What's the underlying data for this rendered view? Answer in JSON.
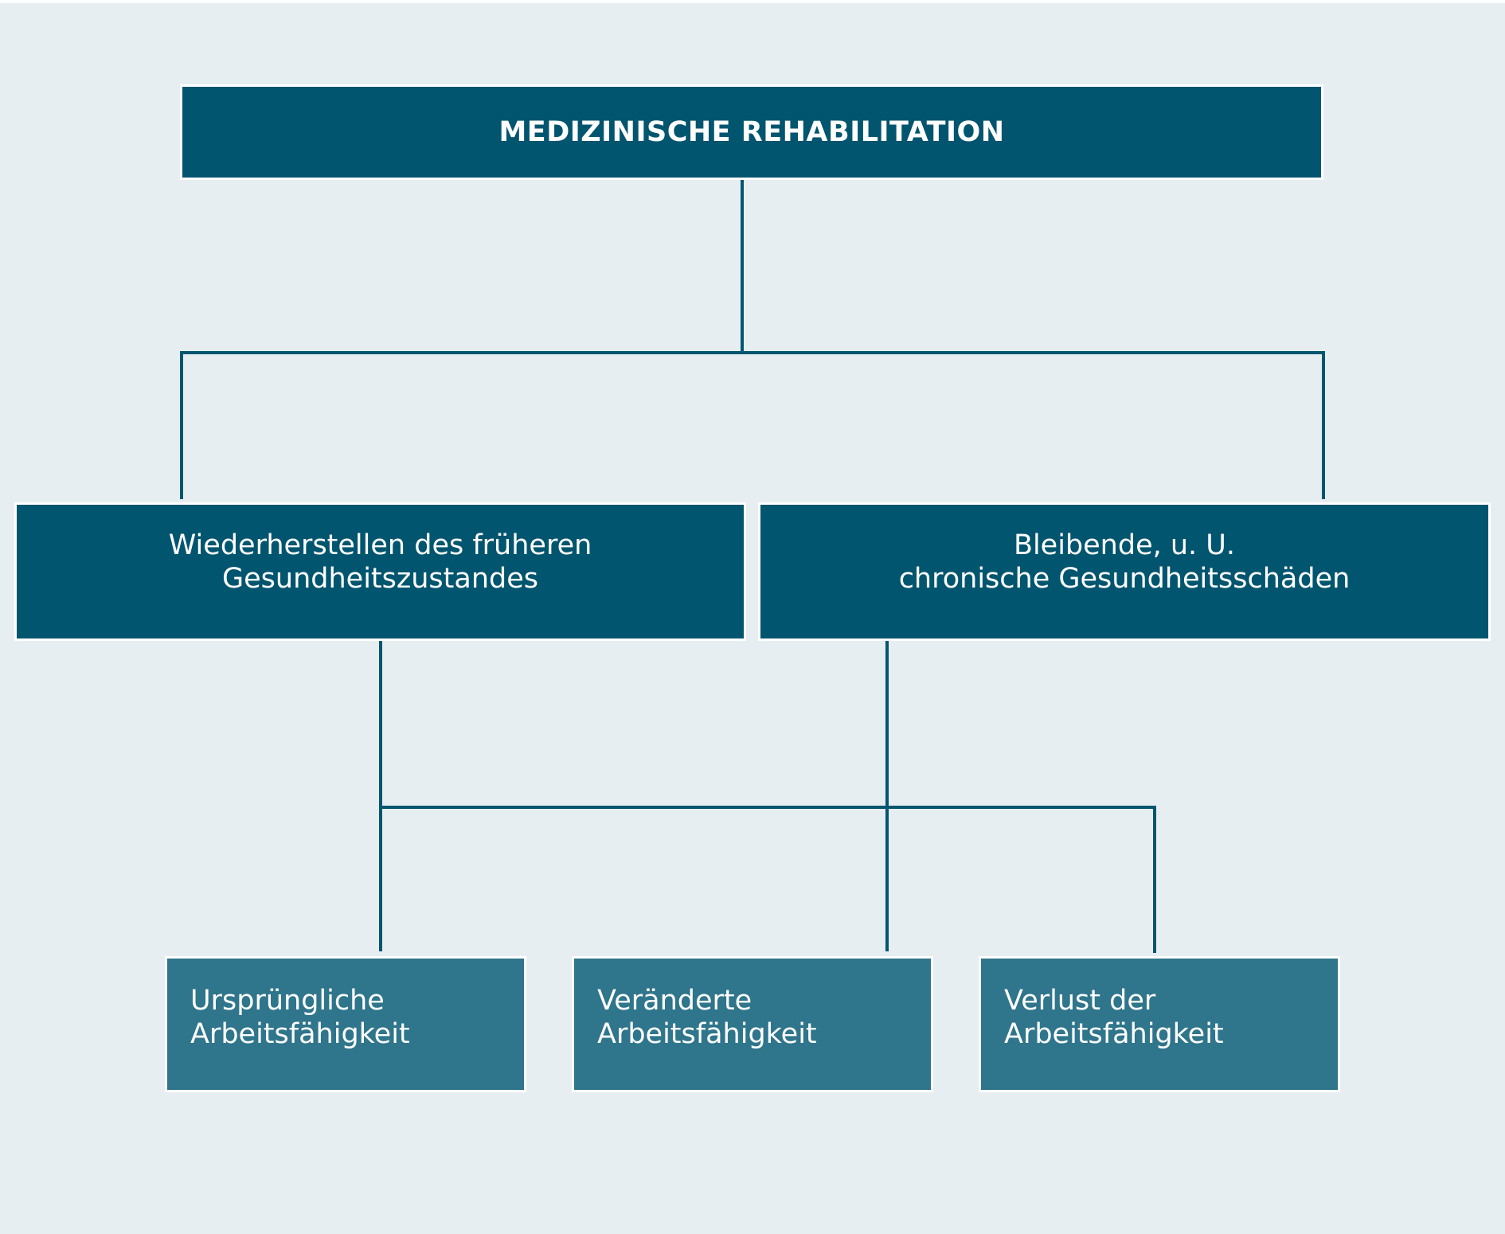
{
  "diagram": {
    "root": {
      "label": "MEDIZINISCHE REHABILITATION"
    },
    "level1": [
      {
        "label": "Wiederherstellen des früheren\nGesundheitszustandes"
      },
      {
        "label": "Bleibende, u. U.\nchronische Gesundheitsschäden"
      }
    ],
    "level2": [
      {
        "label": "Ursprüngliche\nArbeitsfähigkeit"
      },
      {
        "label": "Veränderte\nArbeitsfähigkeit"
      },
      {
        "label": "Verlust der\nArbeitsfähigkeit"
      }
    ]
  },
  "colors": {
    "background": "#e6eef1",
    "box_dark": "#02556f",
    "box_light": "#2f758b",
    "connector": "#03566f",
    "text": "#ffffff"
  }
}
